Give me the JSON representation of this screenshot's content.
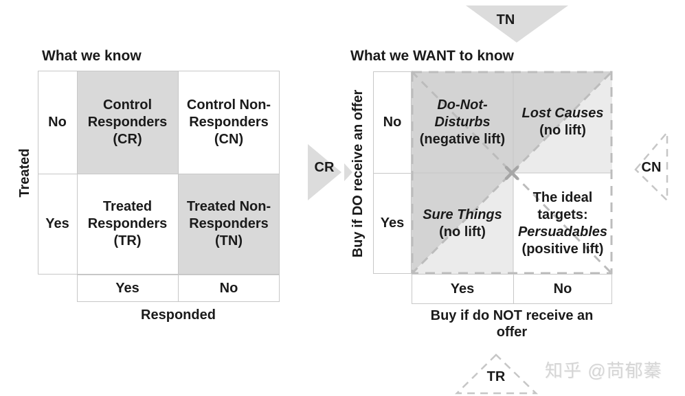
{
  "left_matrix": {
    "title": "What we know",
    "y_axis_label": "Treated",
    "x_axis_label": "Responded",
    "row_labels": [
      "No",
      "Yes"
    ],
    "col_labels": [
      "Yes",
      "No"
    ],
    "cells": {
      "cr": [
        "Control",
        "Responders",
        "(CR)"
      ],
      "cn": [
        "Control Non-",
        "Responders",
        "(CN)"
      ],
      "tr": [
        "Treated",
        "Responders",
        "(TR)"
      ],
      "tn": [
        "Treated Non-",
        "Responders",
        "(TN)"
      ]
    }
  },
  "right_matrix": {
    "title": "What we WANT to know",
    "y_axis_label": "Buy if DO receive an offer",
    "x_axis_label_line1": "Buy if do NOT receive an",
    "x_axis_label_line2": "offer",
    "row_labels": [
      "No",
      "Yes"
    ],
    "col_labels": [
      "Yes",
      "No"
    ],
    "cells": {
      "do_not_disturbs": {
        "name_line1": "Do-Not-",
        "name_line2": "Disturbs",
        "note": "(negative lift)"
      },
      "lost_causes": {
        "name": "Lost Causes",
        "note": "(no lift)"
      },
      "sure_things": {
        "name": "Sure Things",
        "note": "(no lift)"
      },
      "persuadables": {
        "intro_line1": "The ideal",
        "intro_line2": "targets:",
        "name": "Persuadables",
        "note": "(positive lift)"
      }
    }
  },
  "arrows": {
    "top": "TN",
    "left": "CR",
    "right": "CN",
    "bottom": "TR"
  },
  "watermark": "知乎 @苘郁蓁",
  "colors": {
    "left_cell_gray": "#d9d9d9",
    "right_dark": "#d3d3d3",
    "right_light": "#ebebeb",
    "white_cell": "#ffffff",
    "arrow_fill": "#dcdcdc",
    "dash": "#bcbcbc",
    "dash_light": "#c6c6c6",
    "grid": "#c7c7c7",
    "text": "#1a1a1a"
  }
}
